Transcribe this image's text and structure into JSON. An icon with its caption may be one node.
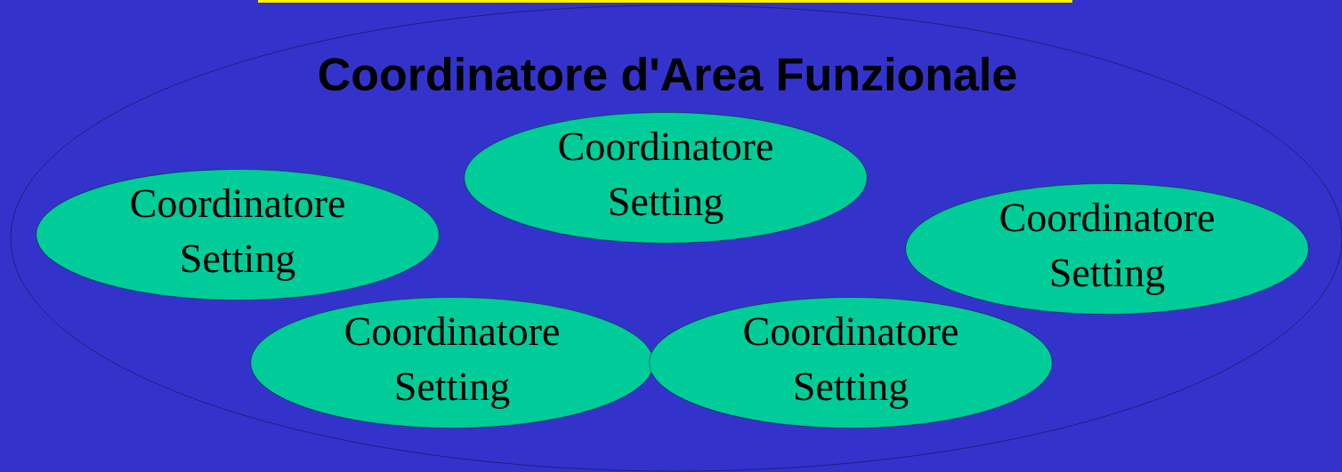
{
  "diagram": {
    "nodes": [
      {
        "text": [
          "Coordinatore d'Area Funzionale"
        ]
      },
      {
        "text": [
          "Coordinatore Setting"
        ],
        "in": 0
      },
      {
        "text": [
          "Coordinatore Setting"
        ],
        "in": 0
      },
      {
        "text": [
          "Coordinatore Setting"
        ],
        "in": 0
      },
      {
        "text": [
          "Coordinatore Setting"
        ],
        "in": 0
      },
      {
        "text": [
          "Coordinatore Setting"
        ],
        "in": 0
      }
    ]
  }
}
